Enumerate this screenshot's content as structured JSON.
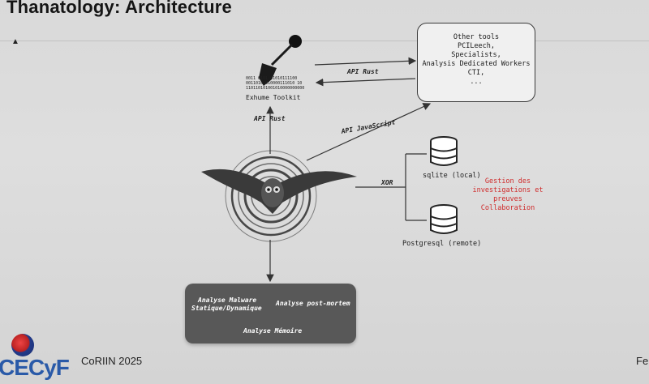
{
  "slide": {
    "title": "Thanatology: Architecture"
  },
  "exhume": {
    "label": "Exhume Toolkit",
    "binary_lines": [
      "0011 0101 01010111100",
      "0011010 010000111010 10",
      "110110101001010000000000"
    ]
  },
  "tools": {
    "lines": [
      "Other tools",
      "PCILeech,",
      "Specialists,",
      "Analysis Dedicated Workers",
      "CTI,",
      "..."
    ]
  },
  "connections": {
    "api_rust_top": "API Rust",
    "api_rust_vertical": "API Rust",
    "api_javascript": "API JavaScript",
    "xor": "XOR"
  },
  "databases": {
    "sqlite": "sqlite (local)",
    "postgres": "Postgresql (remote)"
  },
  "note": {
    "lines": [
      "Gestion des",
      "investigations et",
      "preuves",
      "Collaboration"
    ]
  },
  "analysis": {
    "malware_line1": "Analyse Malware",
    "malware_line2": "Statique/Dynamique",
    "postmortem": "Analyse post-mortem",
    "memoire": "Analyse Mémoire"
  },
  "footer": {
    "conference": "CoRIIN 2025",
    "logo": "CECyF",
    "right_text": "Fe"
  },
  "colors": {
    "note_red": "#cf2b2b",
    "box_grey": "#585858",
    "logo_blue": "#2a5aa8"
  }
}
